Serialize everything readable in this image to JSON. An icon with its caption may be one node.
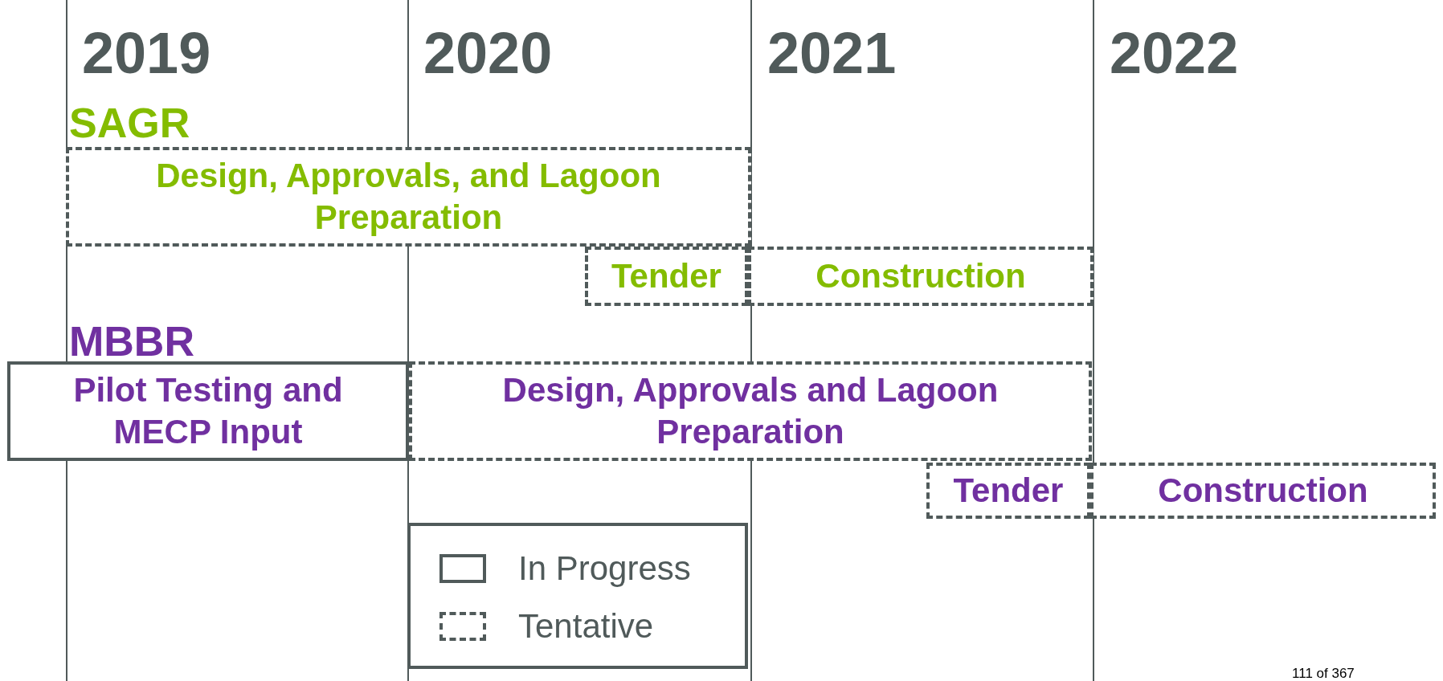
{
  "diagram": {
    "nodes": [
      {
        "text": [
          "Design, Approvals, and Lagoon Preparation"
        ]
      },
      {
        "text": [
          "Tender"
        ]
      },
      {
        "text": [
          "Construction"
        ]
      },
      {
        "text": [
          "Pilot Testing and MECP Input"
        ]
      },
      {
        "text": [
          "Design, Approvals and Lagoon Preparation"
        ]
      },
      {
        "text": [
          "Tender"
        ]
      },
      {
        "text": [
          "Construction"
        ]
      }
    ],
    "labels": [
      "2019",
      "2020",
      "2021",
      "2022",
      "SAGR",
      "MBBR",
      "111 of 367"
    ],
    "legend": [
      {
        "text": "In Progress"
      },
      {
        "text": "Tentative"
      }
    ]
  }
}
